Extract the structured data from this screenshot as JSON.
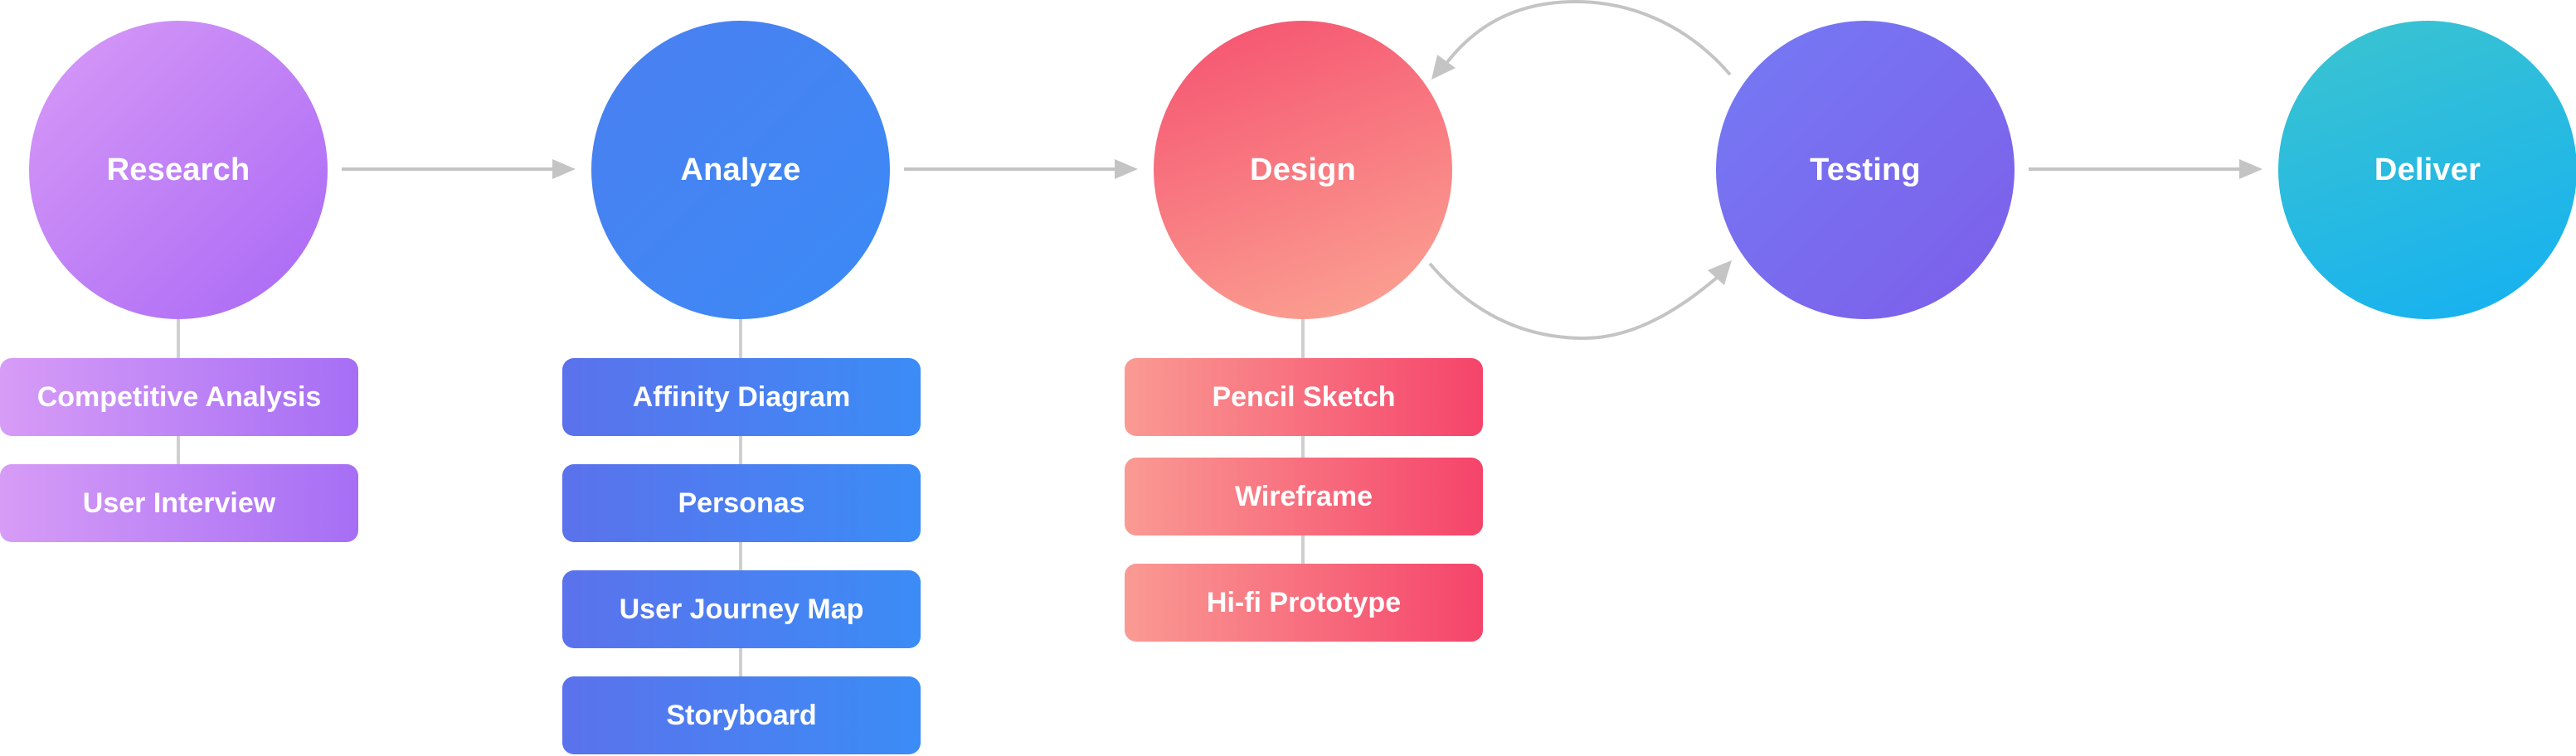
{
  "stages": [
    {
      "label": "Research",
      "steps": [
        "Competitive Analysis",
        "User Interview"
      ]
    },
    {
      "label": "Analyze",
      "steps": [
        "Affinity Diagram",
        "Personas",
        "User Journey Map",
        "Storyboard"
      ]
    },
    {
      "label": "Design",
      "steps": [
        "Pencil Sketch",
        "Wireframe",
        "Hi-fi Prototype"
      ]
    },
    {
      "label": "Testing",
      "steps": []
    },
    {
      "label": "Deliver",
      "steps": []
    }
  ],
  "flow": [
    {
      "from": "Research",
      "to": "Analyze"
    },
    {
      "from": "Analyze",
      "to": "Design"
    },
    {
      "from": "Design",
      "to": "Testing"
    },
    {
      "from": "Testing",
      "to": "Design"
    },
    {
      "from": "Testing",
      "to": "Deliver"
    }
  ],
  "colors": {
    "research": "#b57cf6",
    "analyze": "#3f86f4",
    "design": "#f7637b",
    "testing": "#7a6cef",
    "deliver": "#22b8e4",
    "arrow": "#c4c4c4",
    "connector": "#cfcfcf"
  }
}
